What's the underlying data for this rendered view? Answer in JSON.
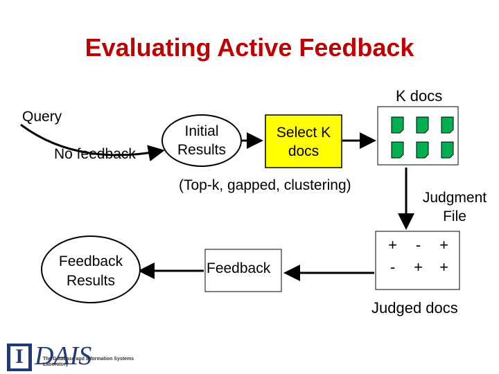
{
  "title": "Evaluating Active Feedback",
  "labels": {
    "query": "Query",
    "no_feedback": "No feedback",
    "initial_results": [
      "Initial",
      "Results"
    ],
    "select_k_docs": [
      "Select K",
      "docs"
    ],
    "k_docs": "K docs",
    "selection_methods": "(Top-k, gapped, clustering)",
    "judgment_file": [
      "Judgment",
      "File"
    ],
    "feedback": "Feedback",
    "feedback_results": [
      "Feedback",
      "Results"
    ],
    "judged_docs": "Judged docs"
  },
  "judgments": [
    "+",
    "-",
    "+",
    "-",
    "+",
    "+"
  ],
  "logo": {
    "letter": "I",
    "name": "DAIS",
    "caption": "The Database and Information Systems Laboratory"
  },
  "colors": {
    "title": "#c00000",
    "select_box": "#ffff00",
    "doc_icon": "#00b050",
    "logo": "#1f3a7a"
  }
}
